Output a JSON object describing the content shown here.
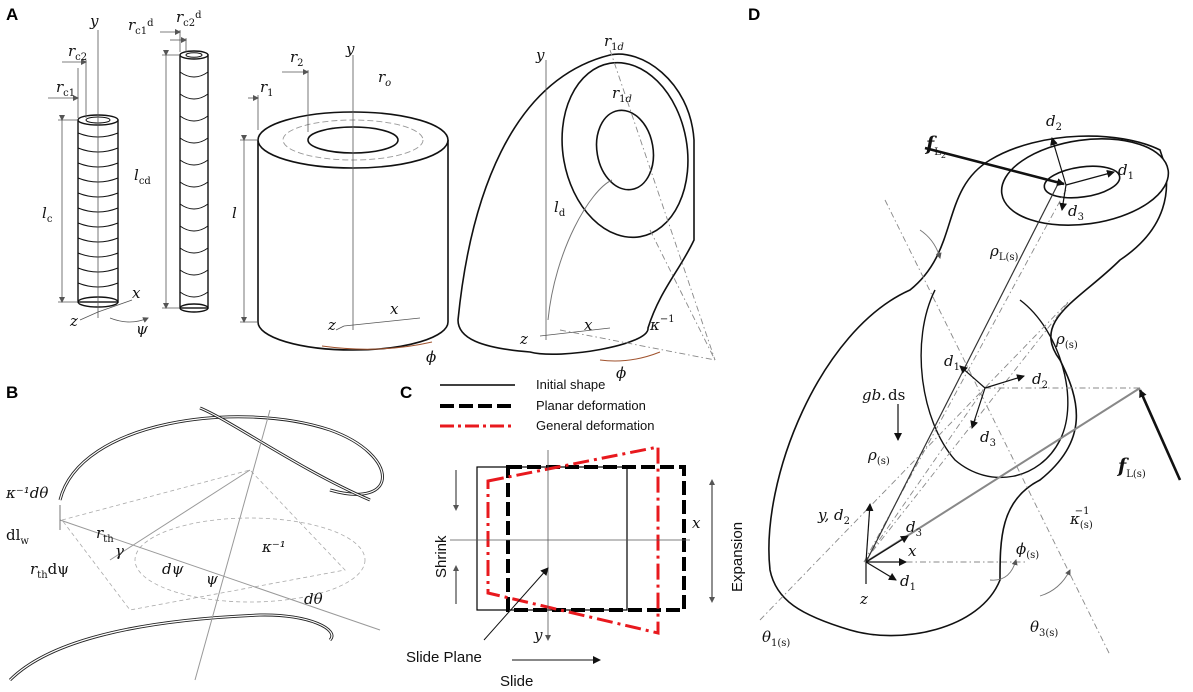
{
  "panels": {
    "a": "A",
    "b": "B",
    "c": "C",
    "d": "D"
  },
  "panel_a": {
    "rc2": "r",
    "rc2_sub": "c2",
    "rc1": "r",
    "rc1_sub": "c1",
    "rc1d": "r",
    "rc1d_sub": "c1",
    "rc1d_sub2": "d",
    "rc2d": "r",
    "rc2d_sub": "c2",
    "rc2d_sub2": "d",
    "lc": "l",
    "lc_sub": "c",
    "lcd": "l",
    "lcd_sub": "c",
    "lcd_sub2": "d",
    "y": "y",
    "x": "x",
    "z": "z",
    "psi": "ψ",
    "r2": "r",
    "r2_sub": "2",
    "r1": "r",
    "r1_sub": "1",
    "ro": "r",
    "ro_sub": "o",
    "l": "l",
    "phi": "ϕ",
    "r1d": "r",
    "r1d_sub": "1",
    "r1d_sub2": "d",
    "ld": "l",
    "ld_sub": "d",
    "kappa": "κ",
    "kappa_sup": "−1"
  },
  "panel_b": {
    "k_dtheta": "κ⁻¹dθ",
    "dlw": "dl",
    "dlw_sub": "w",
    "rth": "r",
    "rth_sub": "th",
    "rth_dpsi": "r",
    "rth_dpsi_sub": "th",
    "rth_dpsi_tail": "dψ",
    "gamma": "γ",
    "dpsi": "dψ",
    "psi": "ψ",
    "kinv": "κ⁻¹",
    "dtheta": "dθ"
  },
  "panel_c": {
    "legend": [
      {
        "label": "Initial shape",
        "color": "#000000"
      },
      {
        "label": "Planar deformation",
        "color": "#000000"
      },
      {
        "label": "General deformation",
        "color": "#e8191e"
      }
    ],
    "shrink": "Shrink",
    "expansion": "Expansion",
    "x": "x",
    "y": "y",
    "slide_plane": "Slide Plane",
    "slide": "Slide"
  },
  "panel_d": {
    "fL2": "f",
    "fL2_sub": "L",
    "fL2_sub2": "2",
    "d2": "d",
    "d2_sub": "2",
    "d1": "d",
    "d1_sub": "1",
    "d3": "d",
    "d3_sub": "3",
    "rhoL": "ρ",
    "rhoL_sub": "L(s)",
    "rho_s": "ρ",
    "rho_s_sub": "(s)",
    "gbds": "gb.",
    "gbds_tail": "ds",
    "fLs": "f",
    "fLs_sub": "L(s)",
    "kinv_s": "κ",
    "kinv_s_sub": "(s)",
    "kinv_s_sup": "−1",
    "yd2": "y, d",
    "yd2_sub": "2",
    "x": "x",
    "z": "z",
    "phi_s": "ϕ",
    "phi_s_sub": "(s)",
    "theta1": "θ",
    "theta1_sub": "1(s)",
    "theta3": "θ",
    "theta3_sub": "3(s)"
  }
}
